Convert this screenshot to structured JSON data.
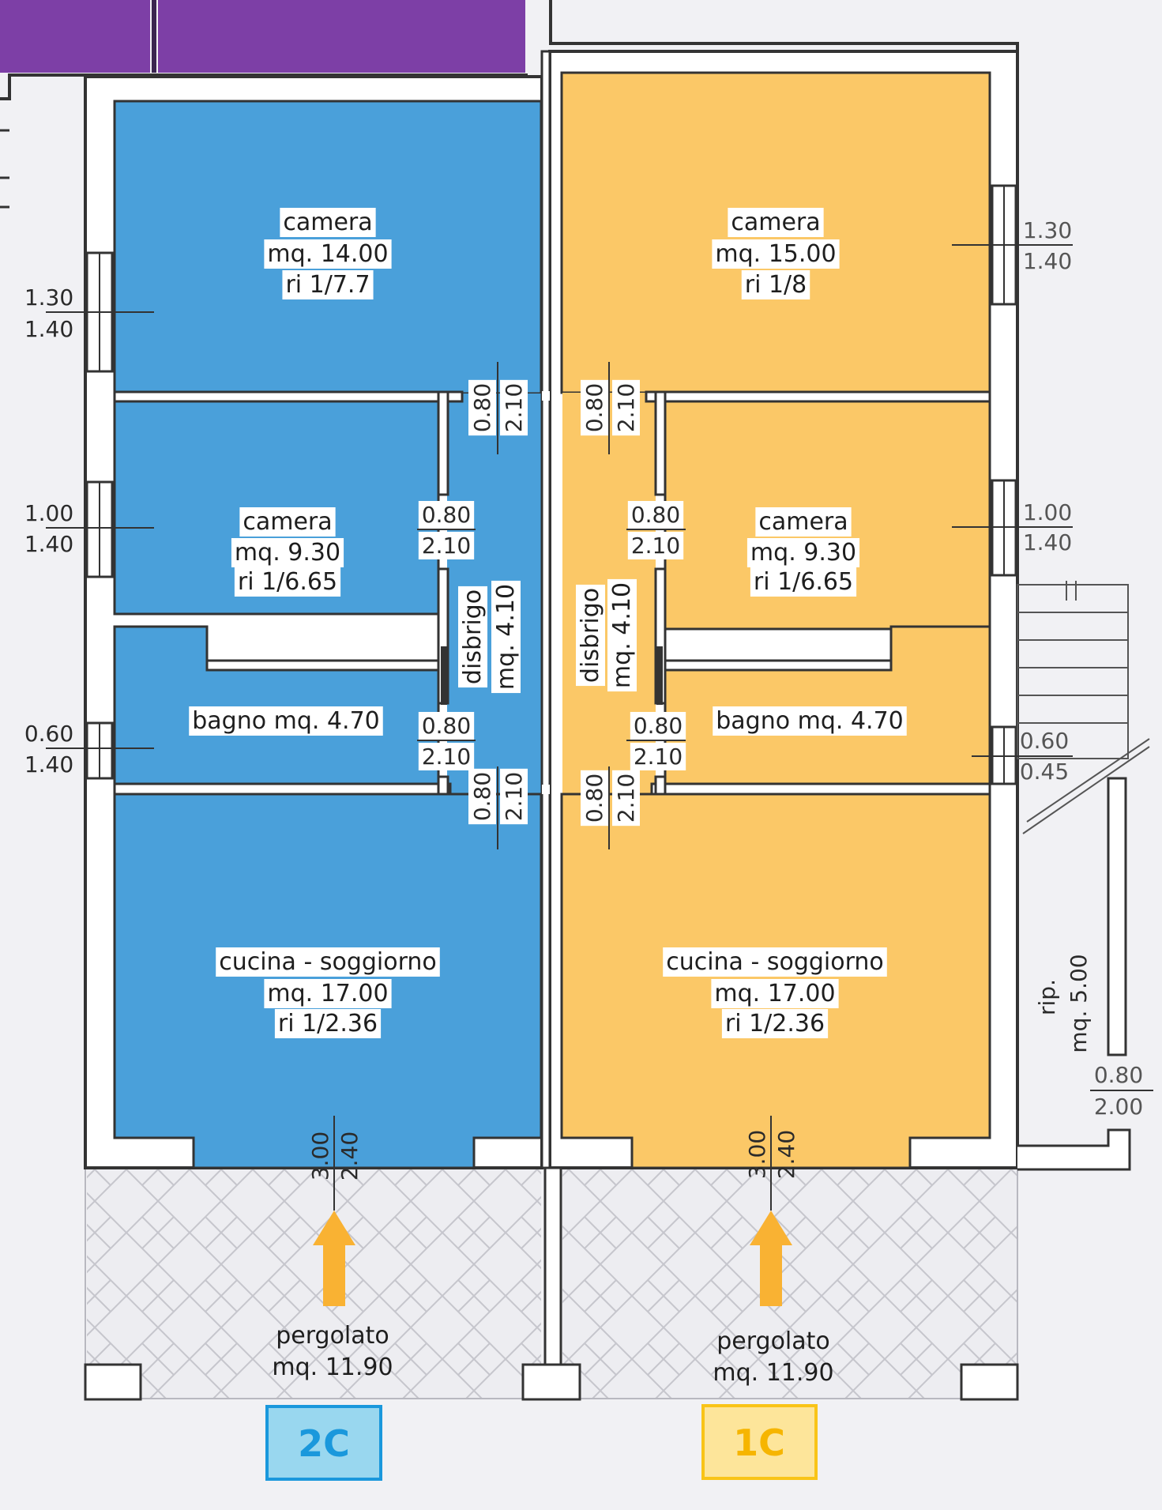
{
  "colors": {
    "unit_2c": "#4aa0da",
    "unit_1c": "#fbc867",
    "neighbor": "#7d3fa6",
    "tag_2c_fill": "#99d7ef",
    "tag_2c_border": "#1a98dc",
    "tag_2c_text": "#1a98dc",
    "tag_1c_fill": "#fde59a",
    "tag_1c_border": "#f9c417",
    "tag_1c_text": "#f6b500",
    "arrow": "#f9b233"
  },
  "unit_2c": {
    "tag": "2C",
    "camera_1": {
      "name": "camera",
      "area": "mq. 14.00",
      "ratio": "ri 1/7.7"
    },
    "camera_2": {
      "name": "camera",
      "area": "mq. 9.30",
      "ratio": "ri 1/6.65"
    },
    "bagno": "bagno mq. 4.70",
    "disbrigo": {
      "name": "disbrigo",
      "area": "mq. 4.10"
    },
    "cucina": {
      "name": "cucina - soggiorno",
      "area": "mq. 17.00",
      "ratio": "ri 1/2.36"
    },
    "pergolato": {
      "name": "pergolato",
      "area": "mq. 11.90"
    },
    "windows": [
      {
        "w": "1.30",
        "h": "1.40"
      },
      {
        "w": "1.00",
        "h": "1.40"
      },
      {
        "w": "0.60",
        "h": "1.40"
      }
    ],
    "doors": [
      {
        "w": "0.80",
        "h": "2.10"
      },
      {
        "w": "0.80",
        "h": "2.10"
      },
      {
        "w": "0.80",
        "h": "2.10"
      },
      {
        "w": "0.80",
        "h": "2.10"
      }
    ],
    "entrance": {
      "w": "3.00",
      "h": "2.40"
    }
  },
  "unit_1c": {
    "tag": "1C",
    "camera_1": {
      "name": "camera",
      "area": "mq. 15.00",
      "ratio": "ri 1/8"
    },
    "camera_2": {
      "name": "camera",
      "area": "mq. 9.30",
      "ratio": "ri 1/6.65"
    },
    "bagno": "bagno mq. 4.70",
    "disbrigo": {
      "name": "disbrigo",
      "area": "mq. 4.10"
    },
    "cucina": {
      "name": "cucina - soggiorno",
      "area": "mq. 17.00",
      "ratio": "ri 1/2.36"
    },
    "pergolato": {
      "name": "pergolato",
      "area": "mq. 11.90"
    },
    "windows": [
      {
        "w": "1.30",
        "h": "1.40"
      },
      {
        "w": "1.00",
        "h": "1.40"
      },
      {
        "w": "0.60",
        "h": "0.45"
      }
    ],
    "doors": [
      {
        "w": "0.80",
        "h": "2.10"
      },
      {
        "w": "0.80",
        "h": "2.10"
      },
      {
        "w": "0.80",
        "h": "2.10"
      },
      {
        "w": "0.80",
        "h": "2.10"
      }
    ],
    "entrance": {
      "w": "3.00",
      "h": "2.40"
    }
  },
  "ripostiglio": {
    "name": "rip.",
    "area": "mq. 5.00",
    "door": {
      "w": "0.80",
      "h": "2.00"
    }
  }
}
